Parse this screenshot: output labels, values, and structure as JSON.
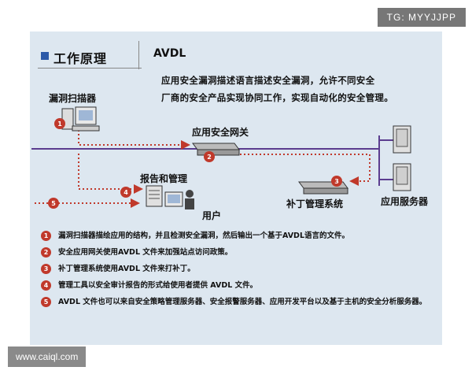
{
  "watermarks": {
    "top_right": "TG: MYYJJPP",
    "bottom_left": "www.caiql.com"
  },
  "header": {
    "title": "工作原理",
    "subtitle": "AVDL",
    "description_lines": [
      "应用安全漏洞描述语言描述安全漏洞，允许不同安全",
      "厂商的安全产品实现协同工作，实现自动化的安全管理。"
    ]
  },
  "diagram": {
    "nodes": {
      "scanner": "漏洞扫描器",
      "gateway": "应用安全网关",
      "report": "报告和管理",
      "user": "用户",
      "patch": "补丁管理系统",
      "servers": "应用服务器"
    },
    "markers": [
      "1",
      "2",
      "3",
      "4",
      "5"
    ],
    "colors": {
      "dotted_flow": "#c0392b",
      "network_line": "#5b3d8f",
      "marker_fill": "#c0392b"
    }
  },
  "notes": [
    {
      "num": "1",
      "text": "漏洞扫描器描绘应用的结构，并且检测安全漏洞，然后输出一个基于AVDL语言的文件。"
    },
    {
      "num": "2",
      "text": "安全应用网关使用AVDL 文件来加强站点访问政策。"
    },
    {
      "num": "3",
      "text": "补丁管理系统使用AVDL 文件来打补丁。"
    },
    {
      "num": "4",
      "text": "管理工具以安全审计报告的形式给使用者提供 AVDL 文件。"
    },
    {
      "num": "5",
      "text": "AVDL 文件也可以来自安全策略管理服务器、安全报警服务器、应用开发平台以及基于主机的安全分析服务器。"
    }
  ]
}
